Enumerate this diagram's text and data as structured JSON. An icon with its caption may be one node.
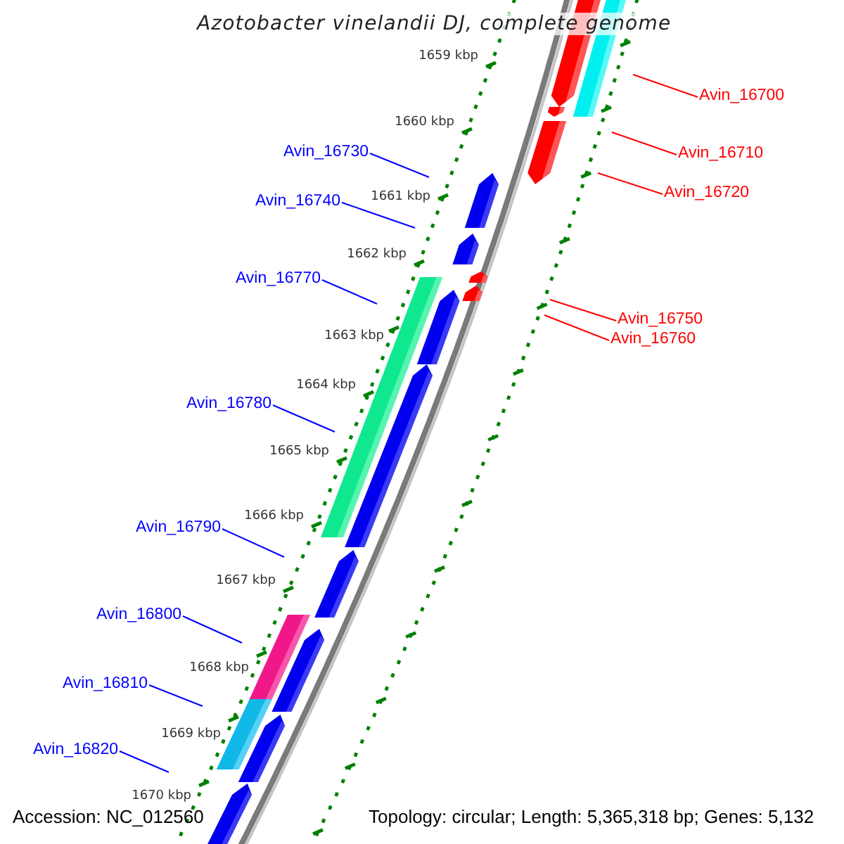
{
  "diagram": {
    "title": "Azotobacter vinelandii DJ, complete genome",
    "nodes": [
      {
        "text": [
          "Avin_16700"
        ]
      },
      {
        "text": [
          "Avin_16730"
        ]
      },
      {
        "text": [
          "Avin_16710"
        ]
      },
      {
        "text": [
          "Avin_16720"
        ]
      },
      {
        "text": [
          "Avin_16740"
        ]
      },
      {
        "text": [
          "Avin_16770"
        ]
      },
      {
        "text": [
          "Avin_16750"
        ]
      },
      {
        "text": [
          "Avin_16760"
        ]
      },
      {
        "text": [
          "Avin_16780"
        ]
      },
      {
        "text": [
          "Avin_16790"
        ]
      },
      {
        "text": [
          "Avin_16800"
        ]
      },
      {
        "text": [
          "Avin_16810"
        ]
      },
      {
        "text": [
          "Avin_16820"
        ]
      }
    ],
    "edges": [
      {
        "from": 0,
        "to": null,
        "arrow": "none",
        "color": "#ff0000"
      },
      {
        "from": 1,
        "to": null,
        "arrow": "none"
      },
      {
        "from": 2,
        "to": null,
        "arrow": "none",
        "color": "#ff0000"
      },
      {
        "from": 3,
        "to": null,
        "arrow": "none",
        "color": "#ff0000"
      },
      {
        "from": 4,
        "to": null,
        "arrow": "none"
      },
      {
        "from": 5,
        "to": null,
        "arrow": "none"
      },
      {
        "from": 6,
        "to": null,
        "arrow": "none",
        "color": "#ff0000"
      },
      {
        "from": 7,
        "to": null,
        "arrow": "none",
        "color": "#ff0000"
      },
      {
        "from": 8,
        "to": null,
        "arrow": "none"
      },
      {
        "from": 9,
        "to": null,
        "arrow": "none"
      },
      {
        "from": 10,
        "to": null,
        "arrow": "none"
      },
      {
        "from": 11,
        "to": null,
        "arrow": "none"
      },
      {
        "from": 12,
        "to": null,
        "arrow": "none"
      }
    ],
    "labels": [
      "1659 kbp",
      "1660 kbp",
      "1661 kbp",
      "1662 kbp",
      "1663 kbp",
      "1664 kbp",
      "1665 kbp",
      "1666 kbp",
      "1667 kbp",
      "1668 kbp",
      "1669 kbp",
      "1670 kbp",
      "Accession: NC_012560",
      "Topology: circular; Length: 5,365,318 bp; Genes: 5,132"
    ]
  }
}
